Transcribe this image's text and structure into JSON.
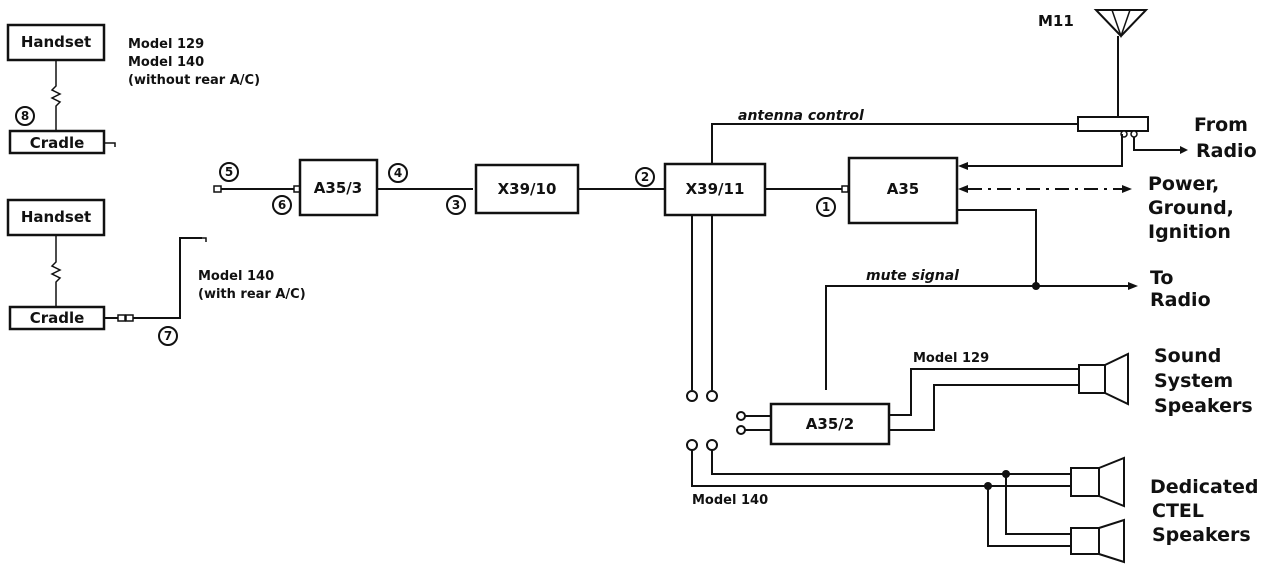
{
  "components": {
    "handset_top": "Handset",
    "cradle_top": "Cradle",
    "handset_bottom": "Handset",
    "cradle_bottom": "Cradle",
    "a35_3": "A35/3",
    "x39_10": "X39/10",
    "x39_11": "X39/11",
    "a35": "A35",
    "a35_2": "A35/2",
    "antenna": "M11"
  },
  "notes": {
    "top_models_line1": "Model 129",
    "top_models_line2": "Model 140",
    "top_models_line3": "(without rear A/C)",
    "bottom_models_line1": "Model 140",
    "bottom_models_line2": "(with rear A/C)",
    "model_129_speakers": "Model 129",
    "model_140_speakers": "Model 140"
  },
  "signals": {
    "antenna_control": "antenna control",
    "mute_signal": "mute signal"
  },
  "externals": {
    "from_radio_1": "From",
    "from_radio_2": "Radio",
    "power_1": "Power,",
    "power_2": "Ground,",
    "power_3": "Ignition",
    "to_radio_1": "To",
    "to_radio_2": "Radio",
    "sound_1": "Sound",
    "sound_2": "System",
    "sound_3": "Speakers",
    "ctel_1": "Dedicated",
    "ctel_2": "CTEL",
    "ctel_3": "Speakers"
  },
  "connectors": {
    "c1": "1",
    "c2": "2",
    "c3": "3",
    "c4": "4",
    "c5": "5",
    "c6": "6",
    "c7": "7",
    "c8": "8"
  }
}
